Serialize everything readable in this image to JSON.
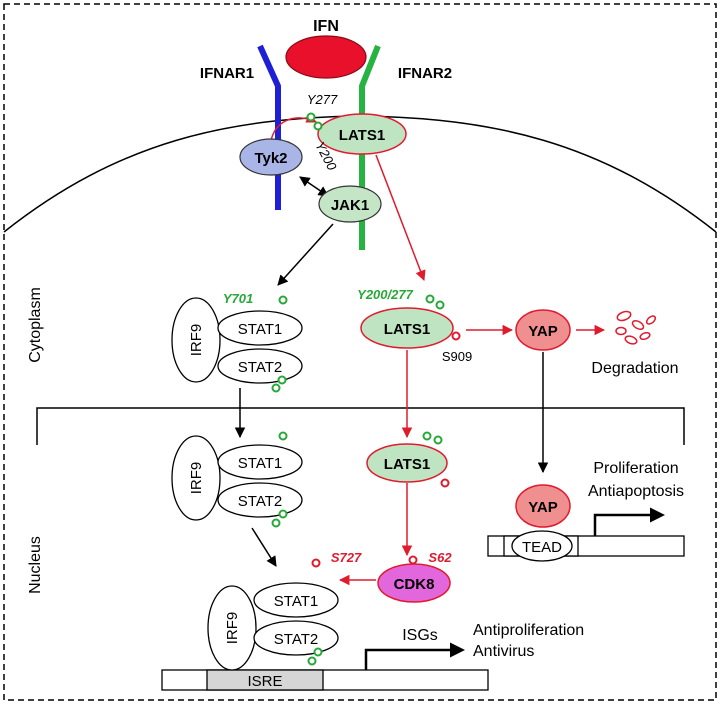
{
  "ligand": {
    "label": "IFN"
  },
  "receptors": {
    "left": "IFNAR1",
    "right": "IFNAR2"
  },
  "compartments": {
    "cytoplasm": "Cytoplasm",
    "nucleus": "Nucleus"
  },
  "membrane_complex": {
    "tyk2": "Tyk2",
    "jak1": "JAK1",
    "lats1": "LATS1",
    "site_y277": "Y277",
    "site_y200": "Y200"
  },
  "cytoplasm": {
    "irf9": "IRF9",
    "stat1": "STAT1",
    "stat2": "STAT2",
    "site_y701": "Y701",
    "lats1": "LATS1",
    "site_y200_277": "Y200/277",
    "site_s909": "S909",
    "yap": "YAP",
    "degradation": "Degradation"
  },
  "nucleus": {
    "irf9_a": "IRF9",
    "stat1_a": "STAT1",
    "stat2_a": "STAT2",
    "lats1": "LATS1",
    "cdk8": "CDK8",
    "site_s62": "S62",
    "site_s727": "S727",
    "irf9_b": "IRF9",
    "stat1_b": "STAT1",
    "stat2_b": "STAT2",
    "isre": "ISRE",
    "isgs": "ISGs",
    "antiproliferation": "Antiproliferation",
    "antivirus": "Antivirus",
    "yap": "YAP",
    "tead": "TEAD",
    "proliferation": "Proliferation",
    "antiapoptosis": "Antiapoptosis"
  },
  "colors": {
    "ifnar1": "#1f1fd6",
    "ifnar2": "#27b341",
    "ifn_fill": "#e8102a",
    "red_arrow": "#e01b2e",
    "lats_fill": "#bfe4c2",
    "jak_fill": "#c4e6c6",
    "tyk2_fill": "#a9b5e6",
    "yap_fill": "#f08f90",
    "cdk8_fill": "#e266dc",
    "phospho_green": "#27a838",
    "phospho_red": "#e01b2e"
  }
}
